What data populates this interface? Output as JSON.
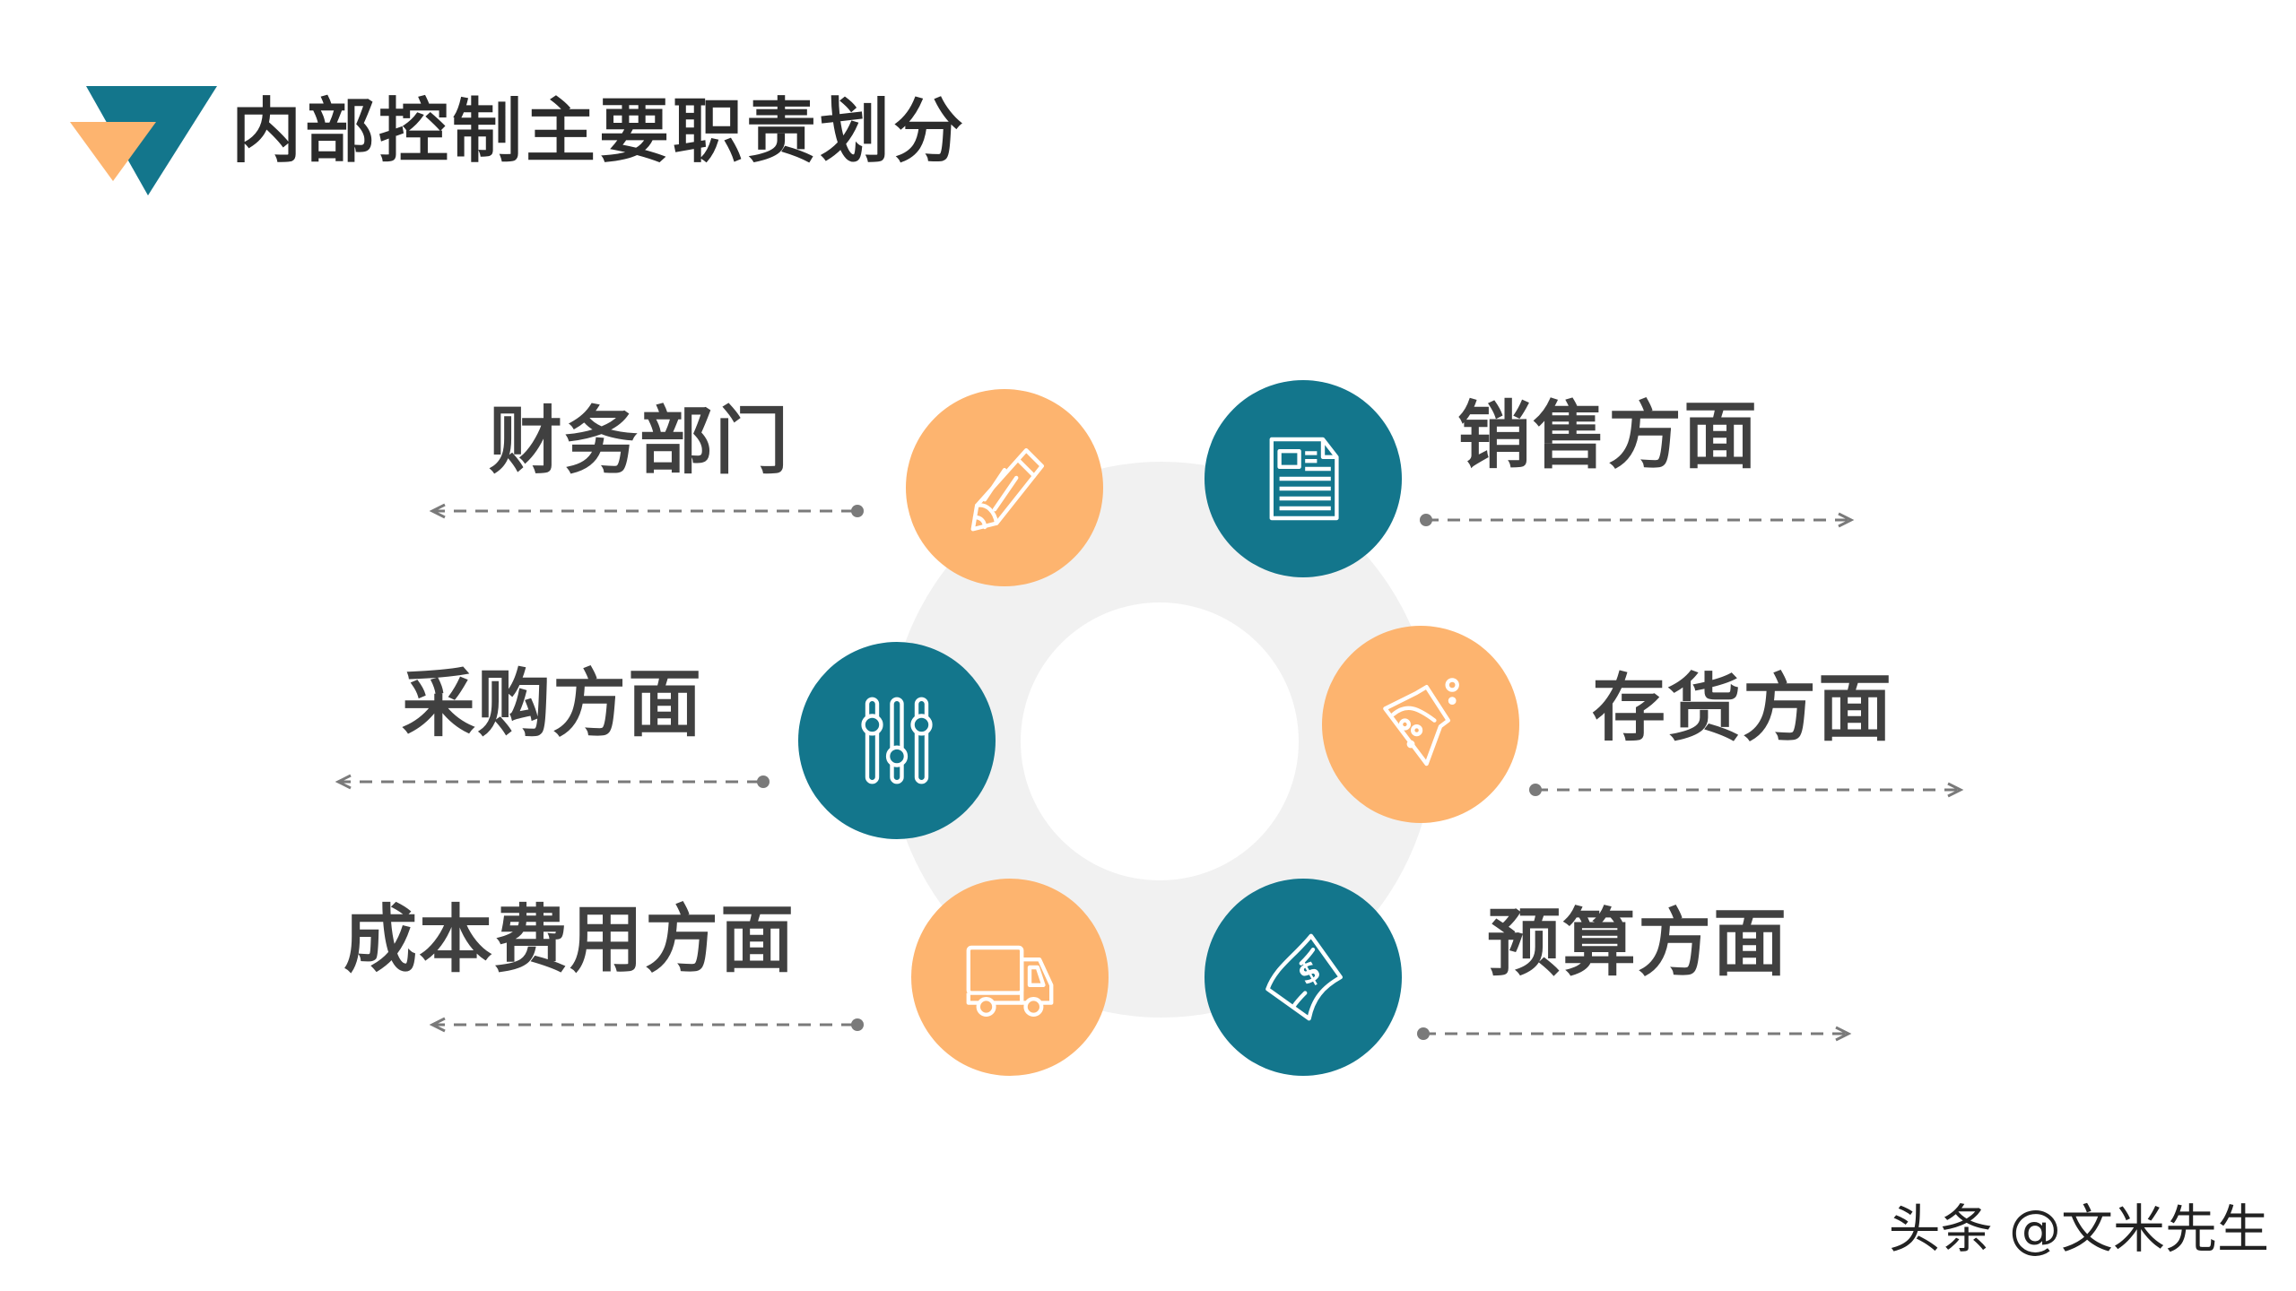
{
  "slide": {
    "title": "内部控制主要职责划分",
    "colors": {
      "teal": "#13768c",
      "orange": "#fdb46f",
      "ring": "#f1f1f1",
      "text": "#404040",
      "connector": "#7a7a7a"
    },
    "items": [
      {
        "label": "财务部门",
        "icon": "pencil-icon",
        "color": "orange",
        "side": "left"
      },
      {
        "label": "销售方面",
        "icon": "document-icon",
        "color": "teal",
        "side": "right"
      },
      {
        "label": "采购方面",
        "icon": "sliders-icon",
        "color": "teal",
        "side": "left"
      },
      {
        "label": "存货方面",
        "icon": "flask-icon",
        "color": "orange",
        "side": "right"
      },
      {
        "label": "成本费用方面",
        "icon": "truck-icon",
        "color": "orange",
        "side": "left"
      },
      {
        "label": "预算方面",
        "icon": "money-icon",
        "color": "teal",
        "side": "right"
      }
    ],
    "watermark": "头条 @文米先生"
  }
}
